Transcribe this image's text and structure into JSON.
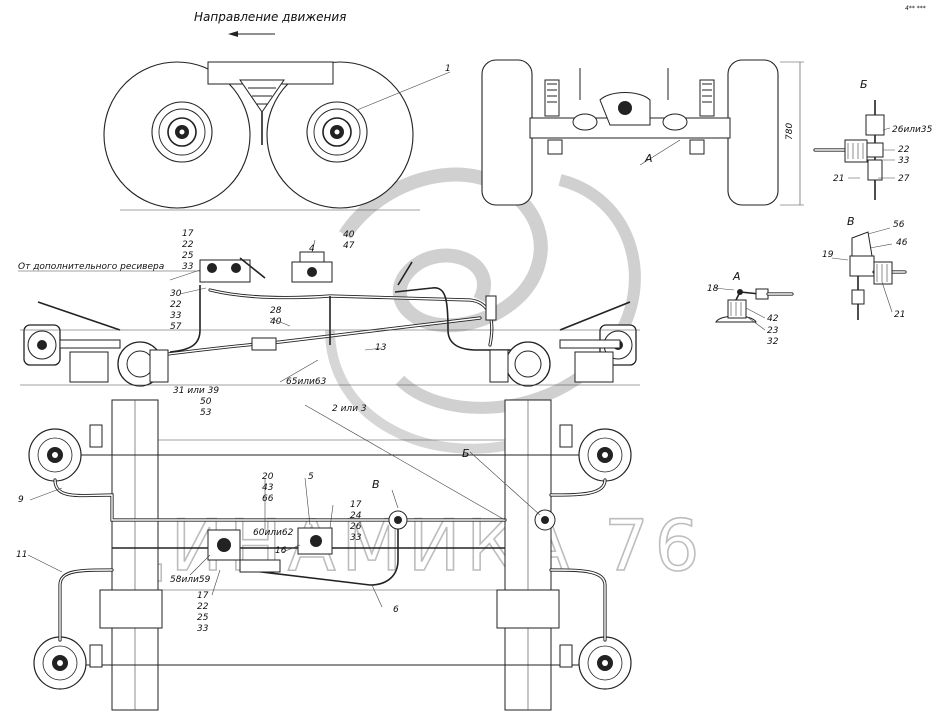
{
  "header": {
    "direction_label": "Направление движения",
    "corner_mark": "4** ***"
  },
  "watermark": {
    "text": "ДИНАМИКА 76"
  },
  "dimension": {
    "height_label": "780"
  },
  "views": {
    "b_view": {
      "letter": "Б",
      "callouts": [
        "26или35",
        "22",
        "33",
        "27",
        "21"
      ]
    },
    "v_view": {
      "letter": "В",
      "callouts": [
        "56",
        "46",
        "19",
        "21"
      ]
    },
    "a_view": {
      "letter": "А",
      "callouts": [
        "18",
        "42",
        "23",
        "32"
      ]
    }
  },
  "side_view": {
    "receiver_label": "От дополнительного ресивера",
    "callouts": [
      "17",
      "22",
      "25",
      "33",
      "30",
      "22",
      "33",
      "57",
      "4",
      "40",
      "47",
      "28",
      "40",
      "13",
      "31 или 39",
      "50",
      "53",
      "65или63",
      "1",
      "А"
    ]
  },
  "plan_view": {
    "callouts": [
      "2 или 3",
      "9",
      "11",
      "Б",
      "В",
      "20",
      "43",
      "66",
      "5",
      "60или62",
      "17",
      "24",
      "26",
      "33",
      "16",
      "58или59",
      "17",
      "22",
      "25",
      "33",
      "6"
    ]
  }
}
